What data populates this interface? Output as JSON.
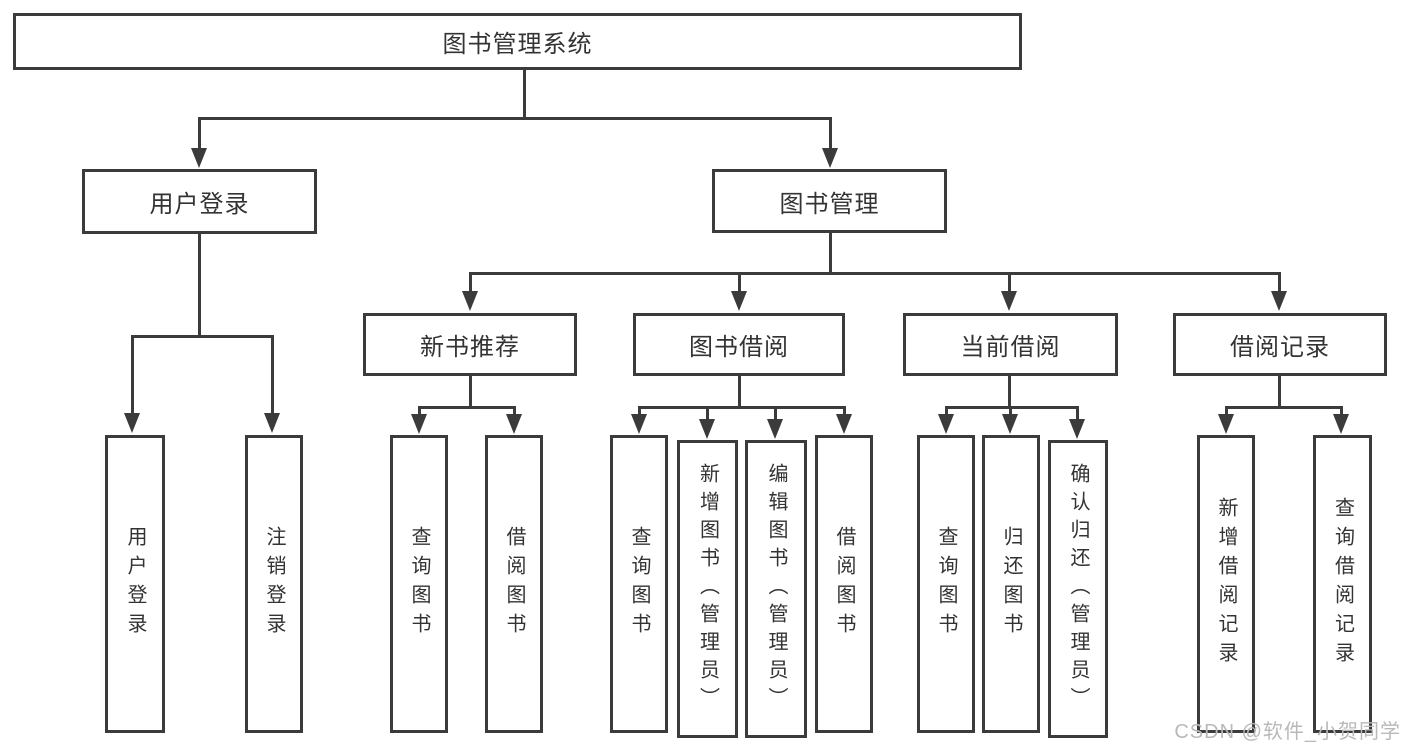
{
  "nodes": {
    "root": "图书管理系统",
    "user_login": "用户登录",
    "book_management": "图书管理",
    "new_book_recommend": "新书推荐",
    "book_borrow": "图书借阅",
    "current_borrow": "当前借阅",
    "borrow_records": "借阅记录",
    "leaf_user_login": "用户登录",
    "leaf_logout_login": "注销登录",
    "leaf_query_books_recommend": "查询图书",
    "leaf_borrow_books_recommend": "借阅图书",
    "leaf_query_books_borrow": "查询图书",
    "leaf_add_books_admin": "新增图书（管理员）",
    "leaf_edit_books_admin": "编辑图书（管理员）",
    "leaf_borrow_books_borrow": "借阅图书",
    "leaf_query_books_current": "查询图书",
    "leaf_return_books": "归还图书",
    "leaf_confirm_return_admin": "确认归还（管理员）",
    "leaf_add_borrow_record": "新增借阅记录",
    "leaf_query_borrow_record": "查询借阅记录"
  },
  "watermark": "CSDN @软件_小贺同学",
  "colors": {
    "line": "#3b3b3b",
    "text": "#333333",
    "watermark": "#b9b9b9",
    "background": "#ffffff"
  }
}
